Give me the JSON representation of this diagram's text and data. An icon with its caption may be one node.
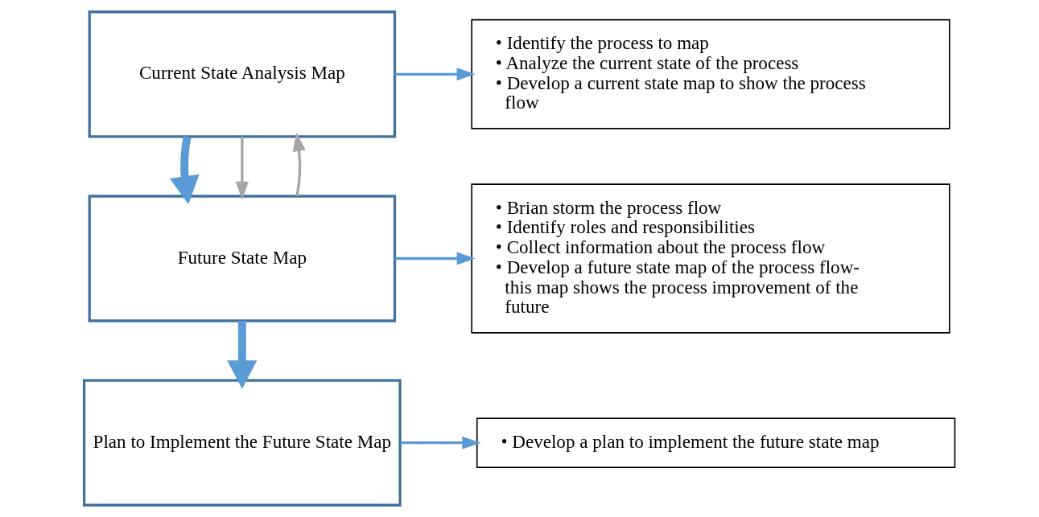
{
  "diagram": {
    "nodes": [
      {
        "text": [
          "Current State Analysis Map"
        ]
      },
      {
        "text": [
          "Future State Map"
        ]
      },
      {
        "text": [
          "Plan to Implement the Future State Map"
        ]
      },
      {
        "text": [
          "• Identify the process to map",
          "• Analyze the current state of the process",
          "• Develop a current state map to show the process flow"
        ]
      },
      {
        "text": [
          "• Brian storm the process flow",
          "• Identify roles and responsibilities",
          "• Collect information about the process flow",
          "• Develop a future state map of the process flow- this map shows the process improvement of the future"
        ]
      },
      {
        "text": [
          "• Develop a plan to implement the future state map"
        ]
      }
    ],
    "edges": [
      {
        "from": 0,
        "to": 1,
        "arrow": "to",
        "style": "thick"
      },
      {
        "from": 1,
        "to": 2,
        "arrow": "to",
        "style": "thick"
      },
      {
        "from": 0,
        "to": 1,
        "arrow": "to",
        "color": "#a6a6a6"
      },
      {
        "from": 1,
        "to": 0,
        "arrow": "to",
        "color": "#a6a6a6"
      },
      {
        "from": 0,
        "to": 3,
        "arrow": "to"
      },
      {
        "from": 1,
        "to": 4,
        "arrow": "to"
      },
      {
        "from": 2,
        "to": 5,
        "arrow": "to"
      }
    ]
  }
}
